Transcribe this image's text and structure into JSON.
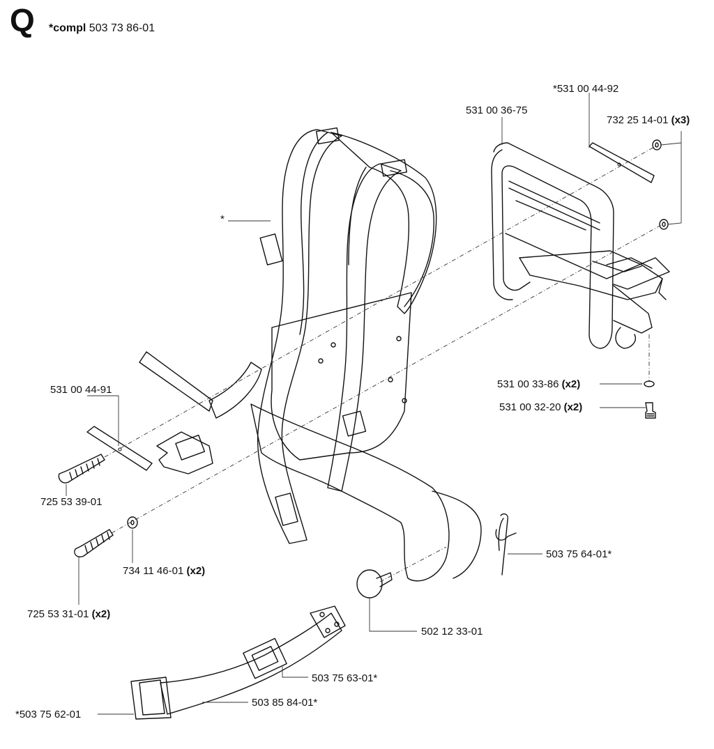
{
  "header": {
    "section_letter": "Q",
    "compl_label": "*compl",
    "compl_part_number": "503 73 86-01"
  },
  "parts": [
    {
      "id": "frame_asterisk",
      "part_number": "*",
      "qty": ""
    },
    {
      "id": "frame_tube",
      "part_number": "531 00 36-75",
      "qty": ""
    },
    {
      "id": "plate_right",
      "part_number": "*531 00 44-92",
      "qty": ""
    },
    {
      "id": "washer_right",
      "part_number": "732 25 14-01",
      "qty": "(x3)"
    },
    {
      "id": "washer_small",
      "part_number": "531 00 33-86",
      "qty": "(x2)"
    },
    {
      "id": "screw_small",
      "part_number": "531 00 32-20",
      "qty": "(x2)"
    },
    {
      "id": "plate_left",
      "part_number": "531 00 44-91",
      "qty": ""
    },
    {
      "id": "bolt_upper",
      "part_number": "725 53 39-01",
      "qty": ""
    },
    {
      "id": "washer_left",
      "part_number": "734 11 46-01",
      "qty": "(x2)"
    },
    {
      "id": "bolt_lower",
      "part_number": "725 53 31-01",
      "qty": "(x2)"
    },
    {
      "id": "clip_pin",
      "part_number": "503 75 64-01*",
      "qty": ""
    },
    {
      "id": "knob",
      "part_number": "502 12 33-01",
      "qty": ""
    },
    {
      "id": "buckle_slider",
      "part_number": "503 75 63-01*",
      "qty": ""
    },
    {
      "id": "hip_belt",
      "part_number": "503 85 84-01*",
      "qty": ""
    },
    {
      "id": "buckle_female",
      "part_number": "*503 75 62-01",
      "qty": ""
    }
  ]
}
